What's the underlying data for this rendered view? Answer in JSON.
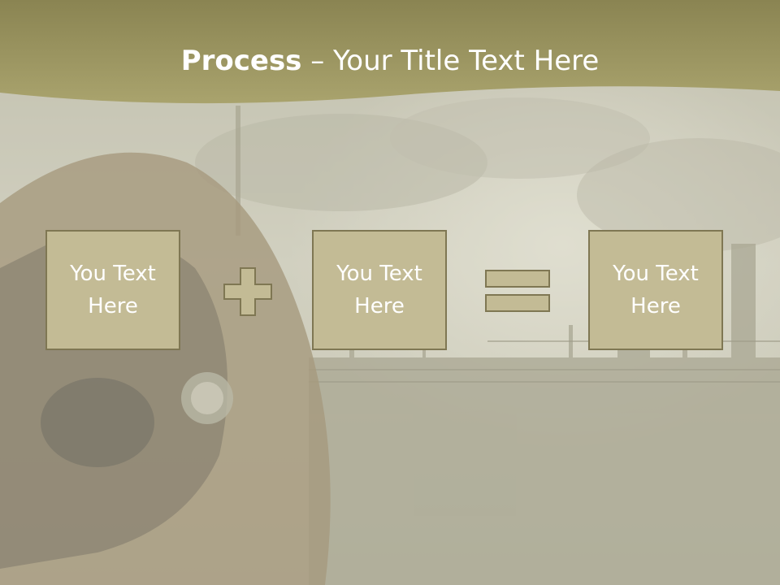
{
  "slide": {
    "title_bold": "Process",
    "title_rest": " – Your Title Text Here",
    "boxes": [
      "You Text\nHere",
      "You Text\nHere",
      "You Text\nHere"
    ],
    "operators": [
      "plus-icon",
      "equals-icon"
    ]
  },
  "colors": {
    "header": "#9d9762",
    "box_fill": "#c3bb95",
    "box_border": "#7f7753",
    "text": "#ffffff"
  }
}
